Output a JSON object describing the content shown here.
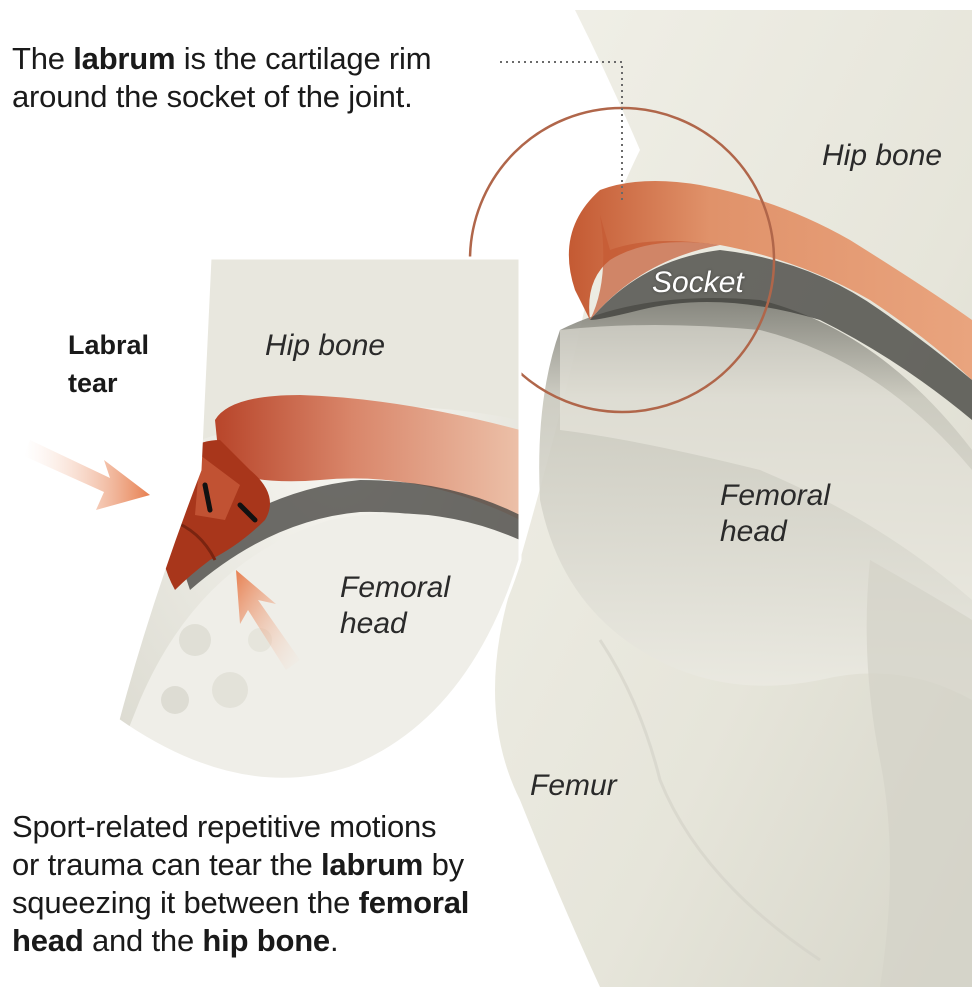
{
  "captions": {
    "top": {
      "line1_pre": "The ",
      "line1_bold": "labrum",
      "line1_post": " is the cartilage rim",
      "line2": "around the socket of the joint."
    },
    "bottom": {
      "line1": "Sport-related repetitive motions",
      "line2_pre": "or trauma can tear the ",
      "line2_bold": "labrum",
      "line2_post": " by",
      "line3_pre": "squeezing it between the ",
      "line3_bold": "femoral",
      "line4_bold": "head",
      "line4_mid": " and the ",
      "line4_bold2": "hip bone",
      "line4_post": "."
    }
  },
  "labels": {
    "hip_bone_main": "Hip bone",
    "socket": "Socket",
    "femoral_head_main_1": "Femoral",
    "femoral_head_main_2": "head",
    "femur": "Femur",
    "labral_tear_1": "Labral",
    "labral_tear_2": "tear",
    "hip_bone_inset": "Hip bone",
    "femoral_head_inset_1": "Femoral",
    "femoral_head_inset_2": "head"
  },
  "colors": {
    "bone": "#ecebe2",
    "bone_shadow": "#c9c8bd",
    "labrum": "#dd8a5f",
    "labrum_dark": "#b44a2a",
    "tear": "#a8361b",
    "arrow": "#ea8c62",
    "circle_outline": "#b0664a"
  }
}
